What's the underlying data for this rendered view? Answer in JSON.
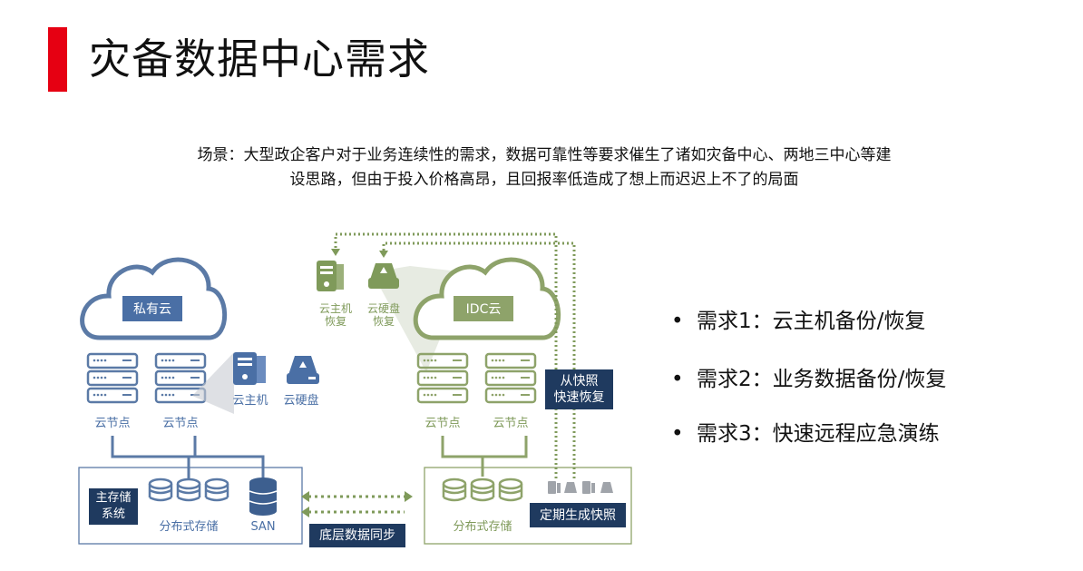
{
  "title": "灾备数据中心需求",
  "scene": {
    "line1": "场景：大型政企客户对于业务连续性的需求，数据可靠性等要求催生了诸如灾备中心、两地三中心等建",
    "line2": "设思路，但由于投入价格高昂，且回报率低造成了想上而迟迟上不了的局面"
  },
  "requirements": [
    {
      "label": "需求1：云主机备份/恢复"
    },
    {
      "label": "需求2：业务数据备份/恢复"
    },
    {
      "label": "需求3：快速远程应急演练"
    }
  ],
  "left": {
    "cloud_label": "私有云",
    "node1_label": "云节点",
    "node2_label": "云节点",
    "vm_label": "云主机",
    "disk_label": "云硬盘",
    "storage_box": "主存储\n系统",
    "dist_label": "分布式存储",
    "san_label": "SAN"
  },
  "right": {
    "cloud_label": "IDC云",
    "node1_label": "云节点",
    "node2_label": "云节点",
    "vm_restore_label": "云主机\n恢复",
    "disk_restore_label": "云硬盘\n恢复",
    "dist_label": "分布式存储",
    "snapshot_restore": "从快照\n快速恢复",
    "snapshot_gen": "定期生成快照"
  },
  "sync_label": "底层数据同步",
  "colors": {
    "accent_red": "#e60012",
    "blue": "#4a6fa5",
    "green": "#7f9a5a",
    "navy": "#1f3a5f"
  }
}
